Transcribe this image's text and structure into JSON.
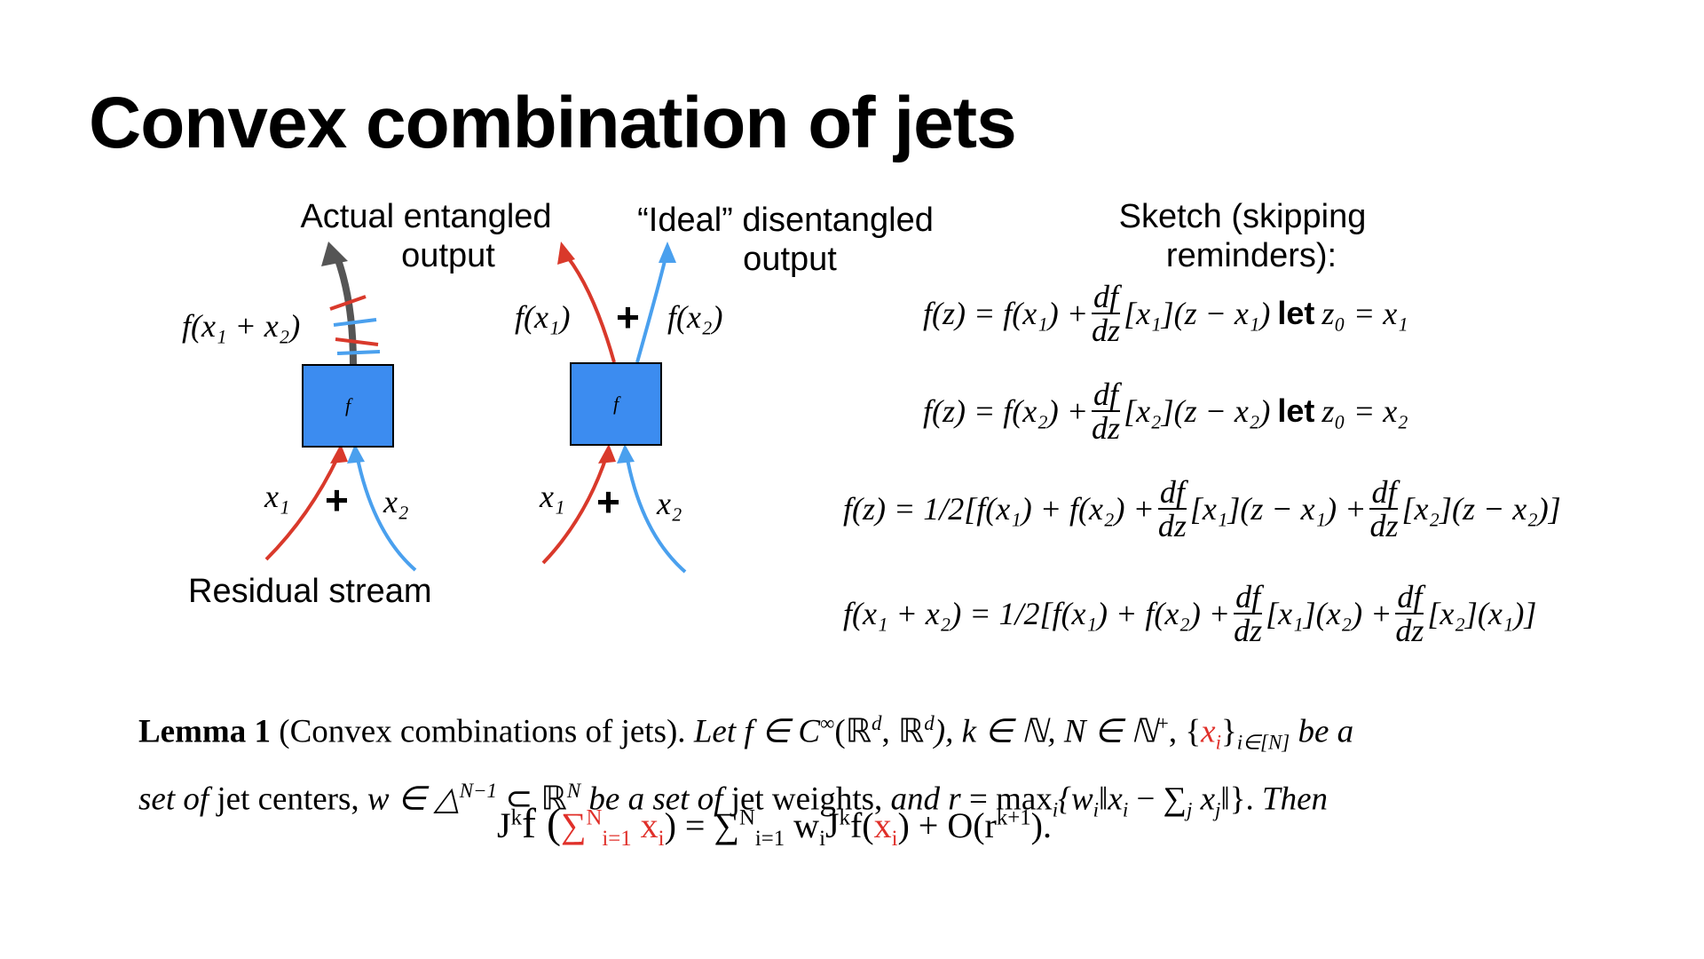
{
  "title": "Convex combination of jets",
  "diagram": {
    "label_actual_line1": "Actual entangled",
    "label_actual_line2": "output",
    "label_ideal_line1": "“Ideal” disentangled",
    "label_ideal_line2": "output",
    "label_residual": "Residual stream",
    "f_sum_label": "f(x₁ + x₂)",
    "f_x1_label": "f(x₁)",
    "f_x2_label": "f(x₂)",
    "plus_top": "+",
    "plus_left": "+",
    "plus_right": "+",
    "x1_left": "x₁",
    "x2_left": "x₂",
    "x1_right": "x₁",
    "x2_right": "x₂",
    "box_left": "f",
    "box_right": "f",
    "colors": {
      "red": "#d9392b",
      "blue": "#4aa0ee",
      "gray": "#555555",
      "box": "#3c8cf0"
    }
  },
  "sketch": {
    "heading_line1": "Sketch (skipping",
    "heading_line2": "reminders):",
    "eq1_lhs": "f(z) = f(x₁) +",
    "eq1_num": "df",
    "eq1_den": "dz",
    "eq1_rhs": "[x₁](z − x₁)",
    "eq1_let": "let",
    "eq1_z0": "z₀ = x₁",
    "eq2_lhs": "f(z) = f(x₂) +",
    "eq2_num": "df",
    "eq2_den": "dz",
    "eq2_rhs": "[x₂](z − x₂)",
    "eq2_let": "let",
    "eq2_z0": "z₀ = x₂",
    "eq3_lhs": "f(z) = 1/2[f(x₁) + f(x₂) +",
    "eq3_num1": "df",
    "eq3_den1": "dz",
    "eq3_mid": "[x₁](z − x₁) +",
    "eq3_num2": "df",
    "eq3_den2": "dz",
    "eq3_rhs": "[x₂](z − x₂)]",
    "eq4_lhs": "f(x₁ + x₂) = 1/2[f(x₁) + f(x₂) +",
    "eq4_num1": "df",
    "eq4_den1": "dz",
    "eq4_mid": "[x₁](x₂) +",
    "eq4_num2": "df",
    "eq4_den2": "dz",
    "eq4_rhs": "[x₂](x₁)]"
  },
  "lemma": {
    "bold": "Lemma 1",
    "name": "(Convex combinations of jets).",
    "p1": "Let f ∈ C",
    "p1_sup": "∞",
    "p2": "(ℝ",
    "p2_sup": "d",
    "p3": ", ℝ",
    "p3_sup": "d",
    "p4": "), k ∈ ℕ, N ∈ ℕ",
    "p4_sup": "+",
    "p5": ", {",
    "p5_red": "x",
    "p5_red_sub": "i",
    "p6": "}",
    "p6_sub": "i∈[N]",
    "p7": " be a",
    "line2_a": "set of",
    "line2_b": " jet centers, ",
    "line2_c": "w ∈ △",
    "line2_c_sup": "N−1",
    "line2_d": " ⊂ ℝ",
    "line2_d_sup": "N",
    "line2_e": " be a set of",
    "line2_f": " jet weights,",
    "line2_g": " and r",
    "line2_h": " = max",
    "line2_h_sub": "i",
    "line2_i": "{w",
    "line2_i_sub": "i",
    "line2_j": "‖x",
    "line2_j_sub": "i",
    "line2_k": " − ∑",
    "line2_k_sub": "j",
    "line2_l": " x",
    "line2_l_sub": "j",
    "line2_m": "‖}.",
    "line2_n": " Then",
    "jet_a": "J",
    "jet_a_sup": "k",
    "jet_b": "f (",
    "jet_sum": "∑",
    "jet_sum_sup": "N",
    "jet_sum_sub": "i=1",
    "jet_x": " x",
    "jet_x_sub": "i",
    "jet_c": ") = ∑",
    "jet_c_sup": "N",
    "jet_c_sub": "i=1",
    "jet_d": " w",
    "jet_d_sub": "i",
    "jet_e": "J",
    "jet_e_sup": "k",
    "jet_f": "f(",
    "jet_g_red": "x",
    "jet_g_red_sub": "i",
    "jet_h": ") + O(r",
    "jet_h_sup": "k+1",
    "jet_i": ")."
  }
}
